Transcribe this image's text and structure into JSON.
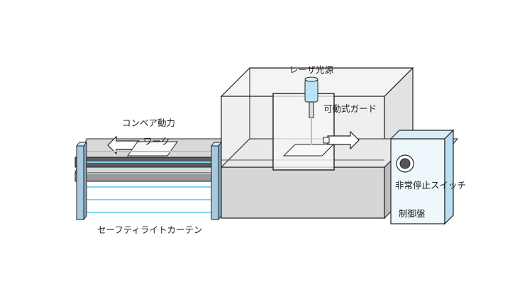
{
  "labels": {
    "laser_source": "レーザ光源",
    "movable_guard": "可動式ガード",
    "conveyor_power": "コンベア動力",
    "workpiece": "ワーク",
    "emergency_stop": "非常停止スイッチ",
    "control_panel": "制御盤",
    "safety_light_curtain": "セーフティライトカーテン"
  },
  "colors": {
    "machine_body": "#e6e6e6",
    "machine_side": "#cfcfcf",
    "outline": "#222222",
    "light_beam": "#7fd3f5",
    "laser_head": "#b9e4f5",
    "curtain_post": "#a9c8dd"
  },
  "icons": {
    "conveyor_arrow": "arrow-left-icon",
    "guard_arrow": "arrow-right-icon",
    "stop_button": "emergency-stop-button-icon"
  }
}
